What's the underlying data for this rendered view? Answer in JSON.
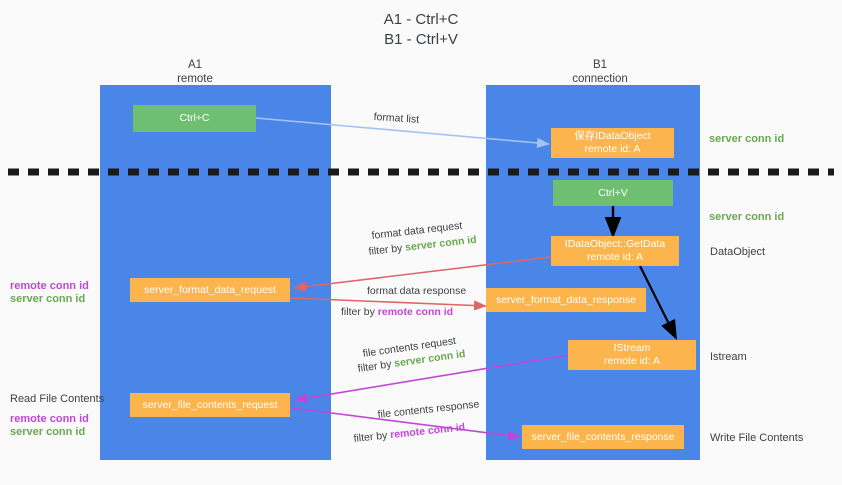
{
  "title": {
    "line1": "A1 - Ctrl+C",
    "line2": "B1 - Ctrl+V"
  },
  "colors": {
    "panel_blue": "#4a86e8",
    "node_green": "#6fbf73",
    "node_orange": "#fcb44c",
    "server_conn_green": "#6aa84f",
    "remote_conn_purple": "#c246d6",
    "arrow_blue": "#a4c2f4",
    "arrow_red": "#e06666",
    "arrow_magenta": "#c246d6",
    "arrow_black": "#000000",
    "background": "#fafafa",
    "text": "#3c4043"
  },
  "lanes": [
    {
      "name": "A1",
      "sub": "remote"
    },
    {
      "name": "B1",
      "sub": "connection"
    }
  ],
  "nodes": [
    {
      "id": "ctrl-c",
      "label": "Ctrl+C",
      "sub": "",
      "kind": "green"
    },
    {
      "id": "save-idataobject",
      "label": "保存IDataObject",
      "sub": "remote id: A",
      "kind": "orange"
    },
    {
      "id": "ctrl-v",
      "label": "Ctrl+V",
      "sub": "",
      "kind": "green"
    },
    {
      "id": "idataobject-getdata",
      "label": "IDataObject::GetData",
      "sub": "remote id: A",
      "kind": "orange"
    },
    {
      "id": "server-format-data-request",
      "label": "server_format_data_request",
      "sub": "",
      "kind": "orange"
    },
    {
      "id": "server-format-data-response",
      "label": "server_format_data_response",
      "sub": "",
      "kind": "orange"
    },
    {
      "id": "istream",
      "label": "IStream",
      "sub": "remote id: A",
      "kind": "orange"
    },
    {
      "id": "server-file-contents-request",
      "label": "server_file_contents_request",
      "sub": "",
      "kind": "orange"
    },
    {
      "id": "server-file-contents-response",
      "label": "server_file_contents_response",
      "sub": "",
      "kind": "orange"
    }
  ],
  "right_annotations": [
    {
      "id": "server-conn-id-1",
      "text": "server conn id",
      "style": "green"
    },
    {
      "id": "server-conn-id-2",
      "text": "server conn id",
      "style": "green"
    },
    {
      "id": "dataobject",
      "text": "DataObject",
      "style": "plain"
    },
    {
      "id": "istream-label",
      "text": "Istream",
      "style": "plain"
    },
    {
      "id": "write-file-contents",
      "text": "Write File Contents",
      "style": "plain"
    }
  ],
  "left_annotations": [
    {
      "id": "left-remote-conn-id-1",
      "text": "remote conn id",
      "style": "purple"
    },
    {
      "id": "left-server-conn-id-1",
      "text": "server conn id",
      "style": "green"
    },
    {
      "id": "read-file-contents",
      "text": "Read File Contents",
      "style": "plain"
    },
    {
      "id": "left-remote-conn-id-2",
      "text": "remote conn id",
      "style": "purple"
    },
    {
      "id": "left-server-conn-id-2",
      "text": "server conn id",
      "style": "green"
    }
  ],
  "edge_labels": {
    "format_list": "format list",
    "format_data_request": "format data request",
    "format_data_request_filter_prefix": "filter by ",
    "format_data_request_filter_value": "server conn id",
    "format_data_response": "format data response",
    "format_data_response_filter_prefix": "filter by ",
    "format_data_response_filter_value": "remote conn id",
    "file_contents_request": "file contents request",
    "file_contents_request_filter_prefix": "filter by ",
    "file_contents_request_filter_value": "server conn id",
    "file_contents_response": "file contents response",
    "file_contents_response_filter_prefix": "filter by ",
    "file_contents_response_filter_value": "remote conn id"
  }
}
